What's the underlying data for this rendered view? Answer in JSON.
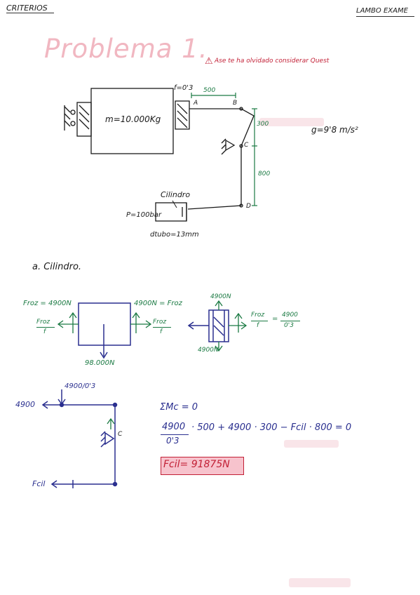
{
  "header": {
    "left": "CRITERIOS",
    "right": "LAMBO EXAME"
  },
  "problem": {
    "title": "Problema 1.",
    "note": "Ase te ha olvidado considerar Quest"
  },
  "diagram1": {
    "friction": "f=0'3",
    "dim_500": "500",
    "dim_300": "300",
    "dim_800": "800",
    "mass": "m=10.000Kg",
    "gravity": "g=9'8 m/s²",
    "point_A": "A",
    "point_B": "B",
    "point_C": "C",
    "point_D": "D",
    "cylinder_label": "Cilindro",
    "pressure": "P=100bar",
    "diameter": "dtubo=13mm"
  },
  "section_a": {
    "title": "a. Cilindro."
  },
  "fbd_block": {
    "top_left": "Froz = 4900N",
    "top_right": "4900N = Froz",
    "left_frac_num": "Froz",
    "left_frac_den": "f",
    "right_frac_num": "Froz",
    "right_frac_den": "f",
    "weight": "98.000N"
  },
  "fbd_pad": {
    "top": "4900N",
    "bottom": "4900N",
    "frac_num": "Froz",
    "frac_den": "f",
    "eq": "=",
    "val_num": "4900",
    "val_den": "0'3"
  },
  "fbd_lever": {
    "top_force": "4900/0'3",
    "left_force": "4900",
    "point_C": "C",
    "fcil": "Fcil"
  },
  "equations": {
    "moment": "ΣMc = 0",
    "frac_num": "4900",
    "frac_den": "0'3",
    "rest": "· 500 + 4900 · 300 − Fcil · 800 = 0",
    "result": "Fcil= 91875N"
  },
  "colors": {
    "ink_black": "#1a1a1a",
    "ink_blue": "#2a2f8f",
    "ink_green": "#1b7a43",
    "ink_red": "#c21f35",
    "title_pink": "#f1b7c1"
  }
}
